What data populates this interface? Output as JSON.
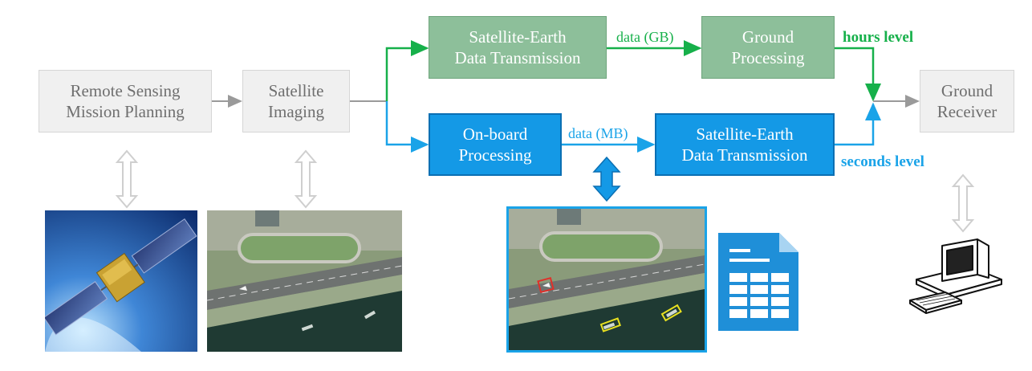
{
  "boxes": {
    "mission_planning": "Remote Sensing\nMission Planning",
    "satellite_imaging": "Satellite\nImaging",
    "sat_earth_top": "Satellite-Earth\nData Transmission",
    "ground_processing": "Ground\nProcessing",
    "onboard_processing": "On-board\nProcessing",
    "sat_earth_bottom": "Satellite-Earth\nData Transmission",
    "ground_receiver": "Ground\nReceiver"
  },
  "labels": {
    "data_gb": "data (GB)",
    "data_mb": "data (MB)",
    "hours_level": "hours level",
    "seconds_level": "seconds level"
  },
  "colors": {
    "green_path": "#16b04a",
    "blue_path": "#1aa3e8",
    "gray_arrow": "#9a9a9a",
    "detection_plane": "#e0302a",
    "detection_ship": "#e8e020"
  },
  "images": {
    "satellite": "satellite-photo",
    "aerial_raw": "airport-aerial-image",
    "aerial_detected": "airport-aerial-image-with-detections",
    "document": "document-table-icon",
    "computer": "computer-icon"
  }
}
